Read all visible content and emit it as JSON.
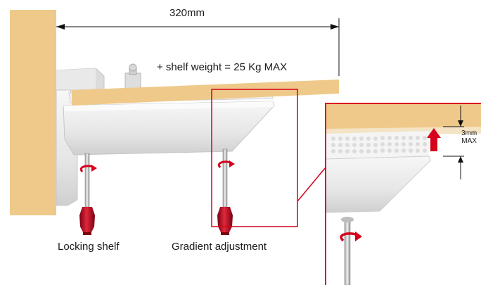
{
  "labels": {
    "overall_width": "320mm",
    "weight_note": "+ shelf weight = 25 Kg MAX",
    "locking": "Locking shelf",
    "gradient": "Gradient adjustment",
    "gap_value": "3mm",
    "gap_max": "MAX"
  },
  "colors": {
    "wood": "#EFC98A",
    "metal": "#E8E8E8",
    "accent": "#D6001C",
    "knob": "#C8102E",
    "line": "#111111"
  }
}
